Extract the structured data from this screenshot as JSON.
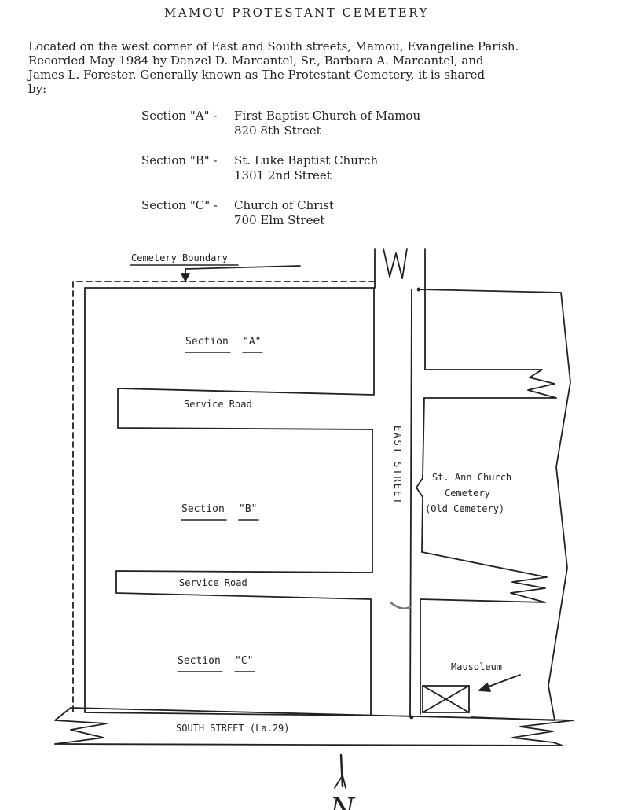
{
  "header": {
    "title": "MAMOU PROTESTANT CEMETERY",
    "intro_lines": [
      "Located on the west corner of East and South streets, Mamou, Evangeline Parish.",
      "Recorded May 1984 by Danzel D. Marcantel, Sr., Barbara A. Marcantel, and",
      "James L. Forester.  Generally known as The Protestant Cemetery, it is shared",
      "by:"
    ]
  },
  "sections": [
    {
      "label": "Section \"A\" -",
      "church": "First Baptist Church of Mamou",
      "address": "820 8th Street"
    },
    {
      "label": "Section \"B\" -",
      "church": "St. Luke Baptist Church",
      "address": "1301 2nd Street"
    },
    {
      "label": "Section \"C\" -",
      "church": "Church of Christ",
      "address": "700 Elm Street"
    }
  ],
  "map": {
    "cemetery_boundary_label": "Cemetery Boundary",
    "section_a": {
      "word": "Section",
      "letter": "\"A\""
    },
    "section_b": {
      "word": "Section",
      "letter": "\"B\""
    },
    "section_c": {
      "word": "Section",
      "letter": "\"C\""
    },
    "service_road_1": "Service Road",
    "service_road_2": "Service Road",
    "east_street": "EAST STREET",
    "st_ann_lines": [
      "St. Ann Church",
      "Cemetery",
      "(Old Cemetery)"
    ],
    "mausoleum_label": "Mausoleum",
    "south_street": "SOUTH STREET  (La.29)",
    "north_arrow_letter": "N"
  }
}
